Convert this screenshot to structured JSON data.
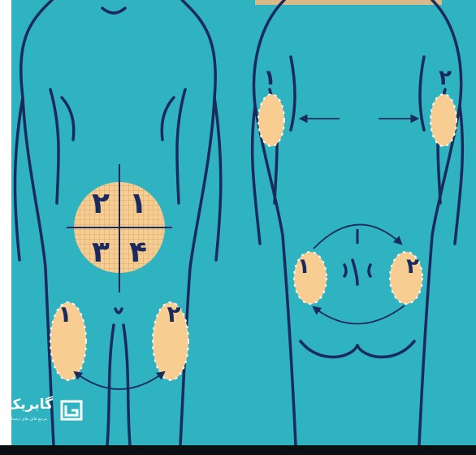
{
  "colors": {
    "background": "#2fb3c1",
    "outline": "#1b2a5c",
    "injection_zone": "#f8cd92",
    "zone_dots": "#ffffff",
    "grid_line": "#c7a06a",
    "top_bar": "#d9b98a"
  },
  "front_view": {
    "abdomen_quadrants": [
      "۱",
      "۲",
      "۳",
      "۴"
    ],
    "left_thigh_label": "۱",
    "right_thigh_label": "۲"
  },
  "back_view": {
    "left_arm_label": "۱",
    "right_arm_label": "۲",
    "left_buttock_label": "۱",
    "right_buttock_label": "۲"
  },
  "logo": {
    "name": "گابریک",
    "tagline": "مرجع فایل های دیجیتالی"
  }
}
